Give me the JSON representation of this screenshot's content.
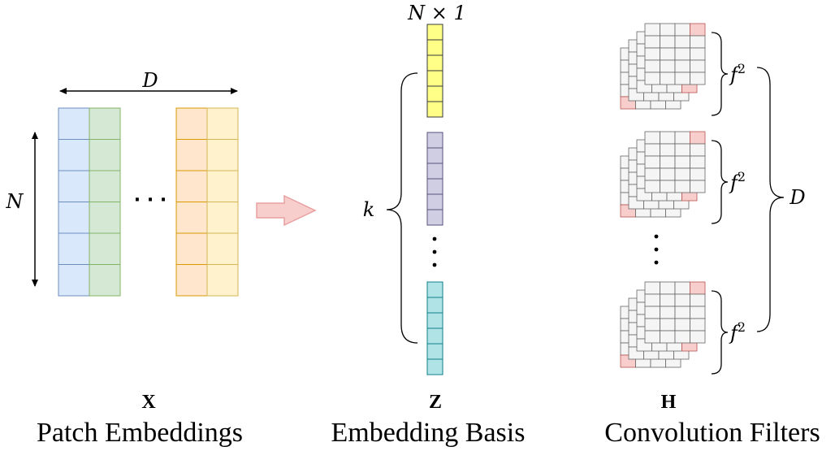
{
  "patch_embeddings": {
    "symbol": "X",
    "caption": "Patch Embeddings",
    "width_label": "D",
    "height_label": "N",
    "ellipsis": "· · ·",
    "colors": {
      "blue_fill": "#dae8fc",
      "blue_stroke": "#6c8ebf",
      "green_fill": "#d5e8d4",
      "green_stroke": "#82b366",
      "orange_fill": "#ffe6cc",
      "orange_stroke": "#d79b00",
      "yellow_fill": "#fff2cc",
      "yellow_stroke": "#d6b656"
    }
  },
  "arrow": {
    "fill": "#f8cecc",
    "stroke": "#e8a0a0"
  },
  "embedding_basis": {
    "symbol": "Z",
    "caption": "Embedding Basis",
    "vector_size_label": "N × 1",
    "count_label": "k",
    "colors": {
      "yellow_fill": "#ffff88",
      "yellow_stroke": "#36393d",
      "purple_fill": "#d0cee2",
      "purple_stroke": "#56517e",
      "teal_fill": "#b0e3e6",
      "teal_stroke": "#0e8088"
    }
  },
  "convolution_filters": {
    "symbol": "H",
    "caption": "Convolution Filters",
    "filter_size_label": "f",
    "filter_size_exponent": "2",
    "count_label": "D",
    "colors": {
      "cell_fill": "#f5f5f5",
      "cell_stroke": "#666666",
      "highlight_fill": "#f8cecc",
      "highlight_stroke": "#b85450"
    }
  }
}
